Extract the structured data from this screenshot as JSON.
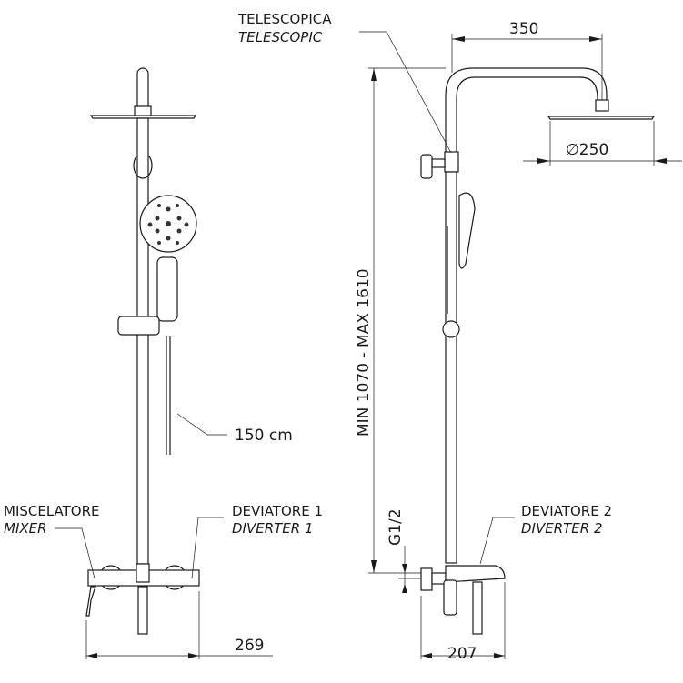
{
  "labels": {
    "telescopic_it": "TELESCOPICA",
    "telescopic_en": "TELESCOPIC",
    "mixer_it": "MISCELATORE",
    "mixer_en": "MIXER",
    "diverter1_it": "DEVIATORE 1",
    "diverter1_en": "DIVERTER 1",
    "diverter2_it": "DEVIATORE 2",
    "diverter2_en": "DIVERTER 2",
    "hose_length": "150 cm"
  },
  "dimensions": {
    "arm_length": "350",
    "head_diameter": "∅250",
    "height_range": "MIN 1070  -  MAX 1610",
    "thread": "G1/2",
    "front_width": "269",
    "side_depth": "207"
  }
}
